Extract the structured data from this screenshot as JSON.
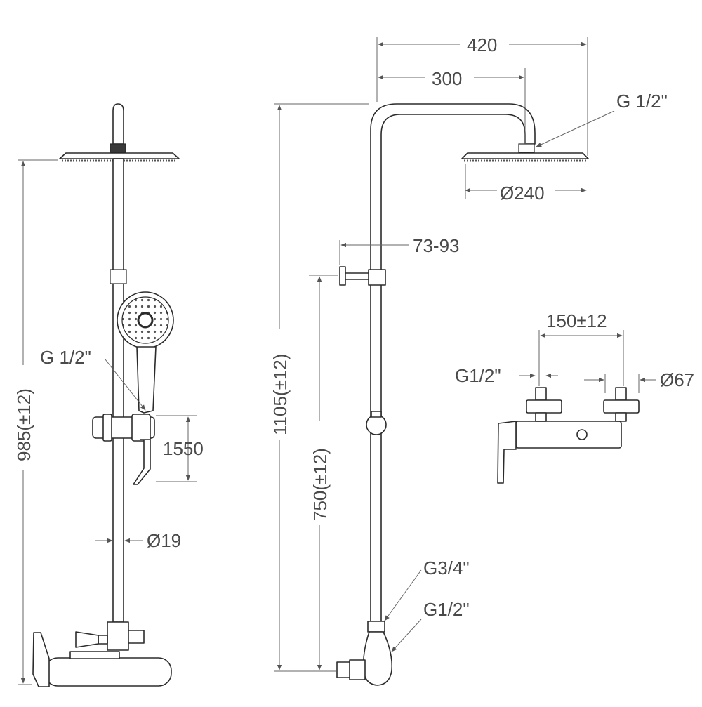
{
  "front_view": {
    "overall_height": "985(±12)",
    "handshower_thread": "G 1/2\"",
    "holder_dimension": "1550",
    "pipe_diameter": "Ø19"
  },
  "side_view": {
    "arm_total_length": "420",
    "arm_length": "300",
    "head_thread": "G 1/2\"",
    "head_diameter": "Ø240",
    "bracket_projection": "73-93",
    "overall_height": "1105(±12)",
    "bracket_height": "750(±12)",
    "upper_connection": "G3/4\"",
    "lower_connection": "G1/2\""
  },
  "mixer_view": {
    "inlet_spacing": "150±12",
    "inlet_thread": "G1/2\"",
    "escutcheon_diameter": "Ø67"
  }
}
